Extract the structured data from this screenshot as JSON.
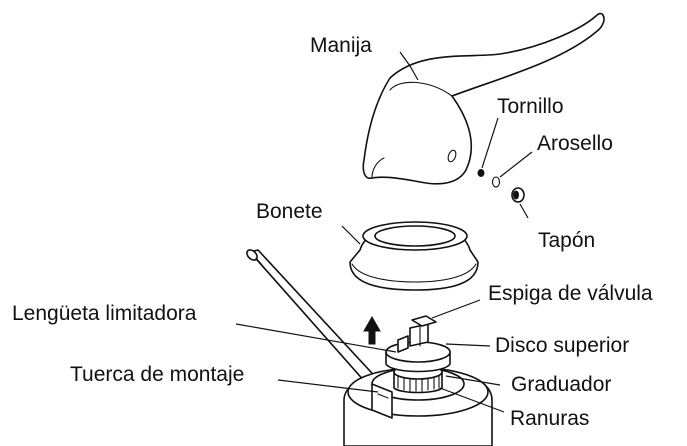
{
  "labels": {
    "manija": "Manija",
    "tornillo": "Tornillo",
    "arosello": "Arosello",
    "tapon": "Tapón",
    "bonete": "Bonete",
    "espiga": "Espiga de válvula",
    "lengueta": "Lengüeta limitadora",
    "disco": "Disco superior",
    "tuerca": "Tuerca de montaje",
    "graduador": "Graduador",
    "ranuras": "Ranuras"
  }
}
